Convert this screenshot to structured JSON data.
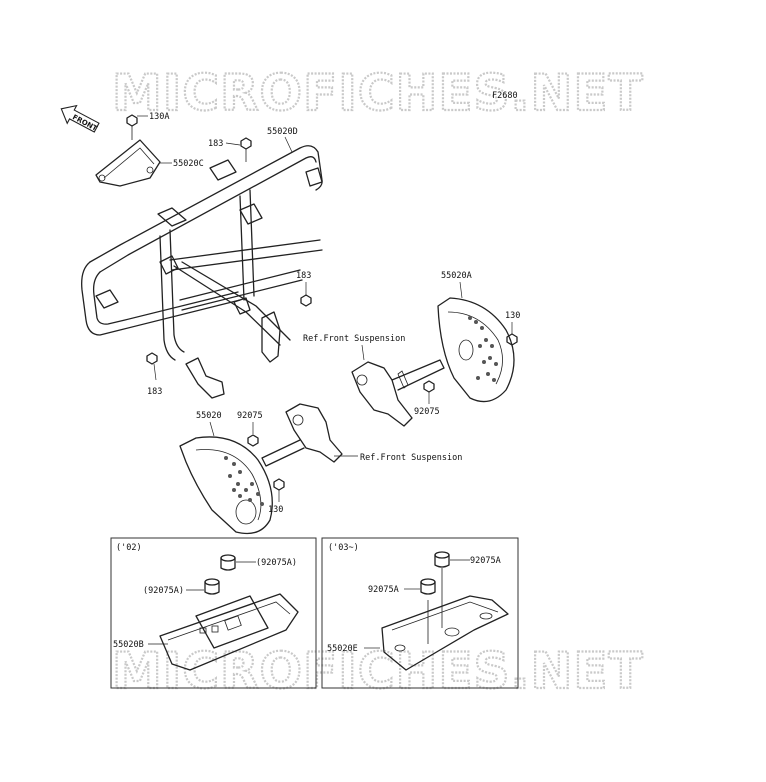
{
  "watermark": "MICROFICHES.NET",
  "figure_code": "F2680",
  "front_arrow": "FRONT",
  "labels": {
    "l130A": "130A",
    "l55020C": "55020C",
    "l183_top": "183",
    "l55020D": "55020D",
    "l183_mid": "183",
    "l183_low": "183",
    "l55020A": "55020A",
    "l130_right": "130",
    "ref_upper": "Ref.Front Suspension",
    "l92075_right": "92075",
    "l55020": "55020",
    "l92075_left": "92075",
    "ref_lower": "Ref.Front Suspension",
    "l130_left": "130"
  },
  "inset_left": {
    "year": "('02)",
    "lbl_a": "(92075A)",
    "lbl_b": "(92075A)",
    "lbl_c": "55020B"
  },
  "inset_right": {
    "year": "('03~)",
    "lbl_a": "92075A",
    "lbl_b": "92075A",
    "lbl_c": "55020E"
  }
}
